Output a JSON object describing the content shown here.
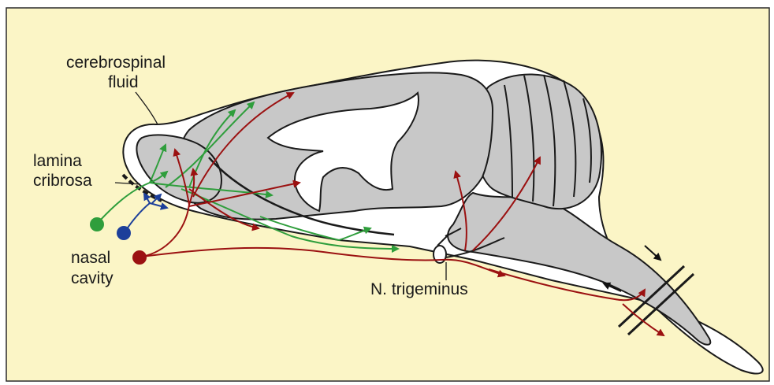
{
  "diagram": {
    "labels": {
      "csf_line1": "cerebrospinal",
      "csf_line2": "fluid",
      "lamina_line1": "lamina",
      "lamina_line2": "cribrosa",
      "nasal_line1": "nasal",
      "nasal_line2": "cavity",
      "trigeminus": "N. trigeminus"
    },
    "colors": {
      "background": "#fbf5c6",
      "border": "#2a2a2a",
      "brain_fill": "#c8c8c8",
      "csf_fill": "#ffffff",
      "outline": "#1a1a1a",
      "green_path": "#2f9e3c",
      "blue_path": "#1c3f9a",
      "red_path": "#9b1111",
      "black_arrow": "#111111"
    },
    "pathways": [
      {
        "name": "green-pathway",
        "color": "green"
      },
      {
        "name": "blue-pathway",
        "color": "blue"
      },
      {
        "name": "red-pathway",
        "color": "red"
      }
    ]
  }
}
